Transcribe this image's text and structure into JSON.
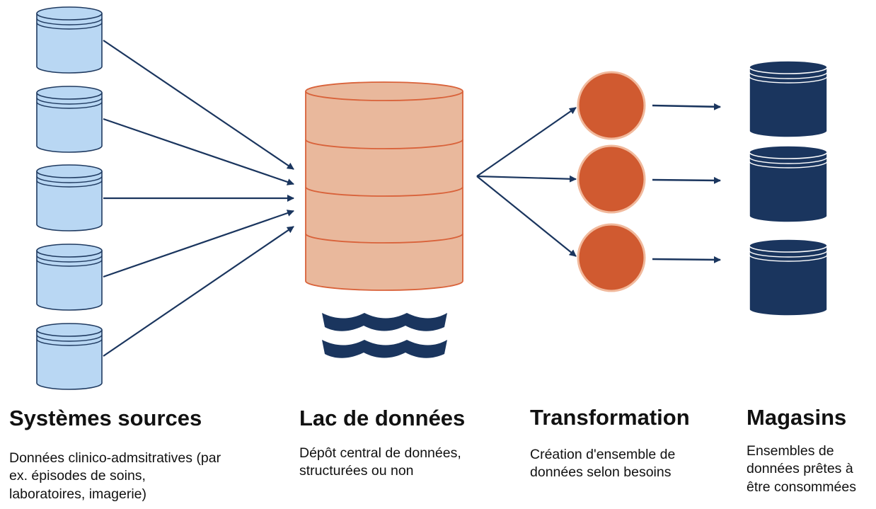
{
  "colors": {
    "source_fill": "#b9d7f3",
    "source_stroke": "#1f3a60",
    "lake_fill": "#e9b89c",
    "lake_stroke": "#d9623a",
    "transform_fill": "#d05a30",
    "transform_stroke": "#f1b99c",
    "store_fill": "#1a355e",
    "store_stroke": "#ffffff",
    "arrow": "#1a355e",
    "waves": "#1a355e"
  },
  "icons": {
    "sources": "database-icon",
    "lake": "database-icon",
    "transform": "circle-icon",
    "stores": "database-icon",
    "waves": "waves-icon"
  },
  "columns": {
    "sources": {
      "title": "Systèmes sources",
      "description": "Données clinico-admsitratives (par ex. épisodes de soins, laboratoires, imagerie)"
    },
    "lake": {
      "title": "Lac de données",
      "description": "Dépôt central de données, structurées ou non"
    },
    "transform": {
      "title": "Transformation",
      "description": "Création d'ensemble de données selon besoins"
    },
    "stores": {
      "title": "Magasins",
      "description": "Ensembles de données prêtes à être consommées"
    }
  }
}
